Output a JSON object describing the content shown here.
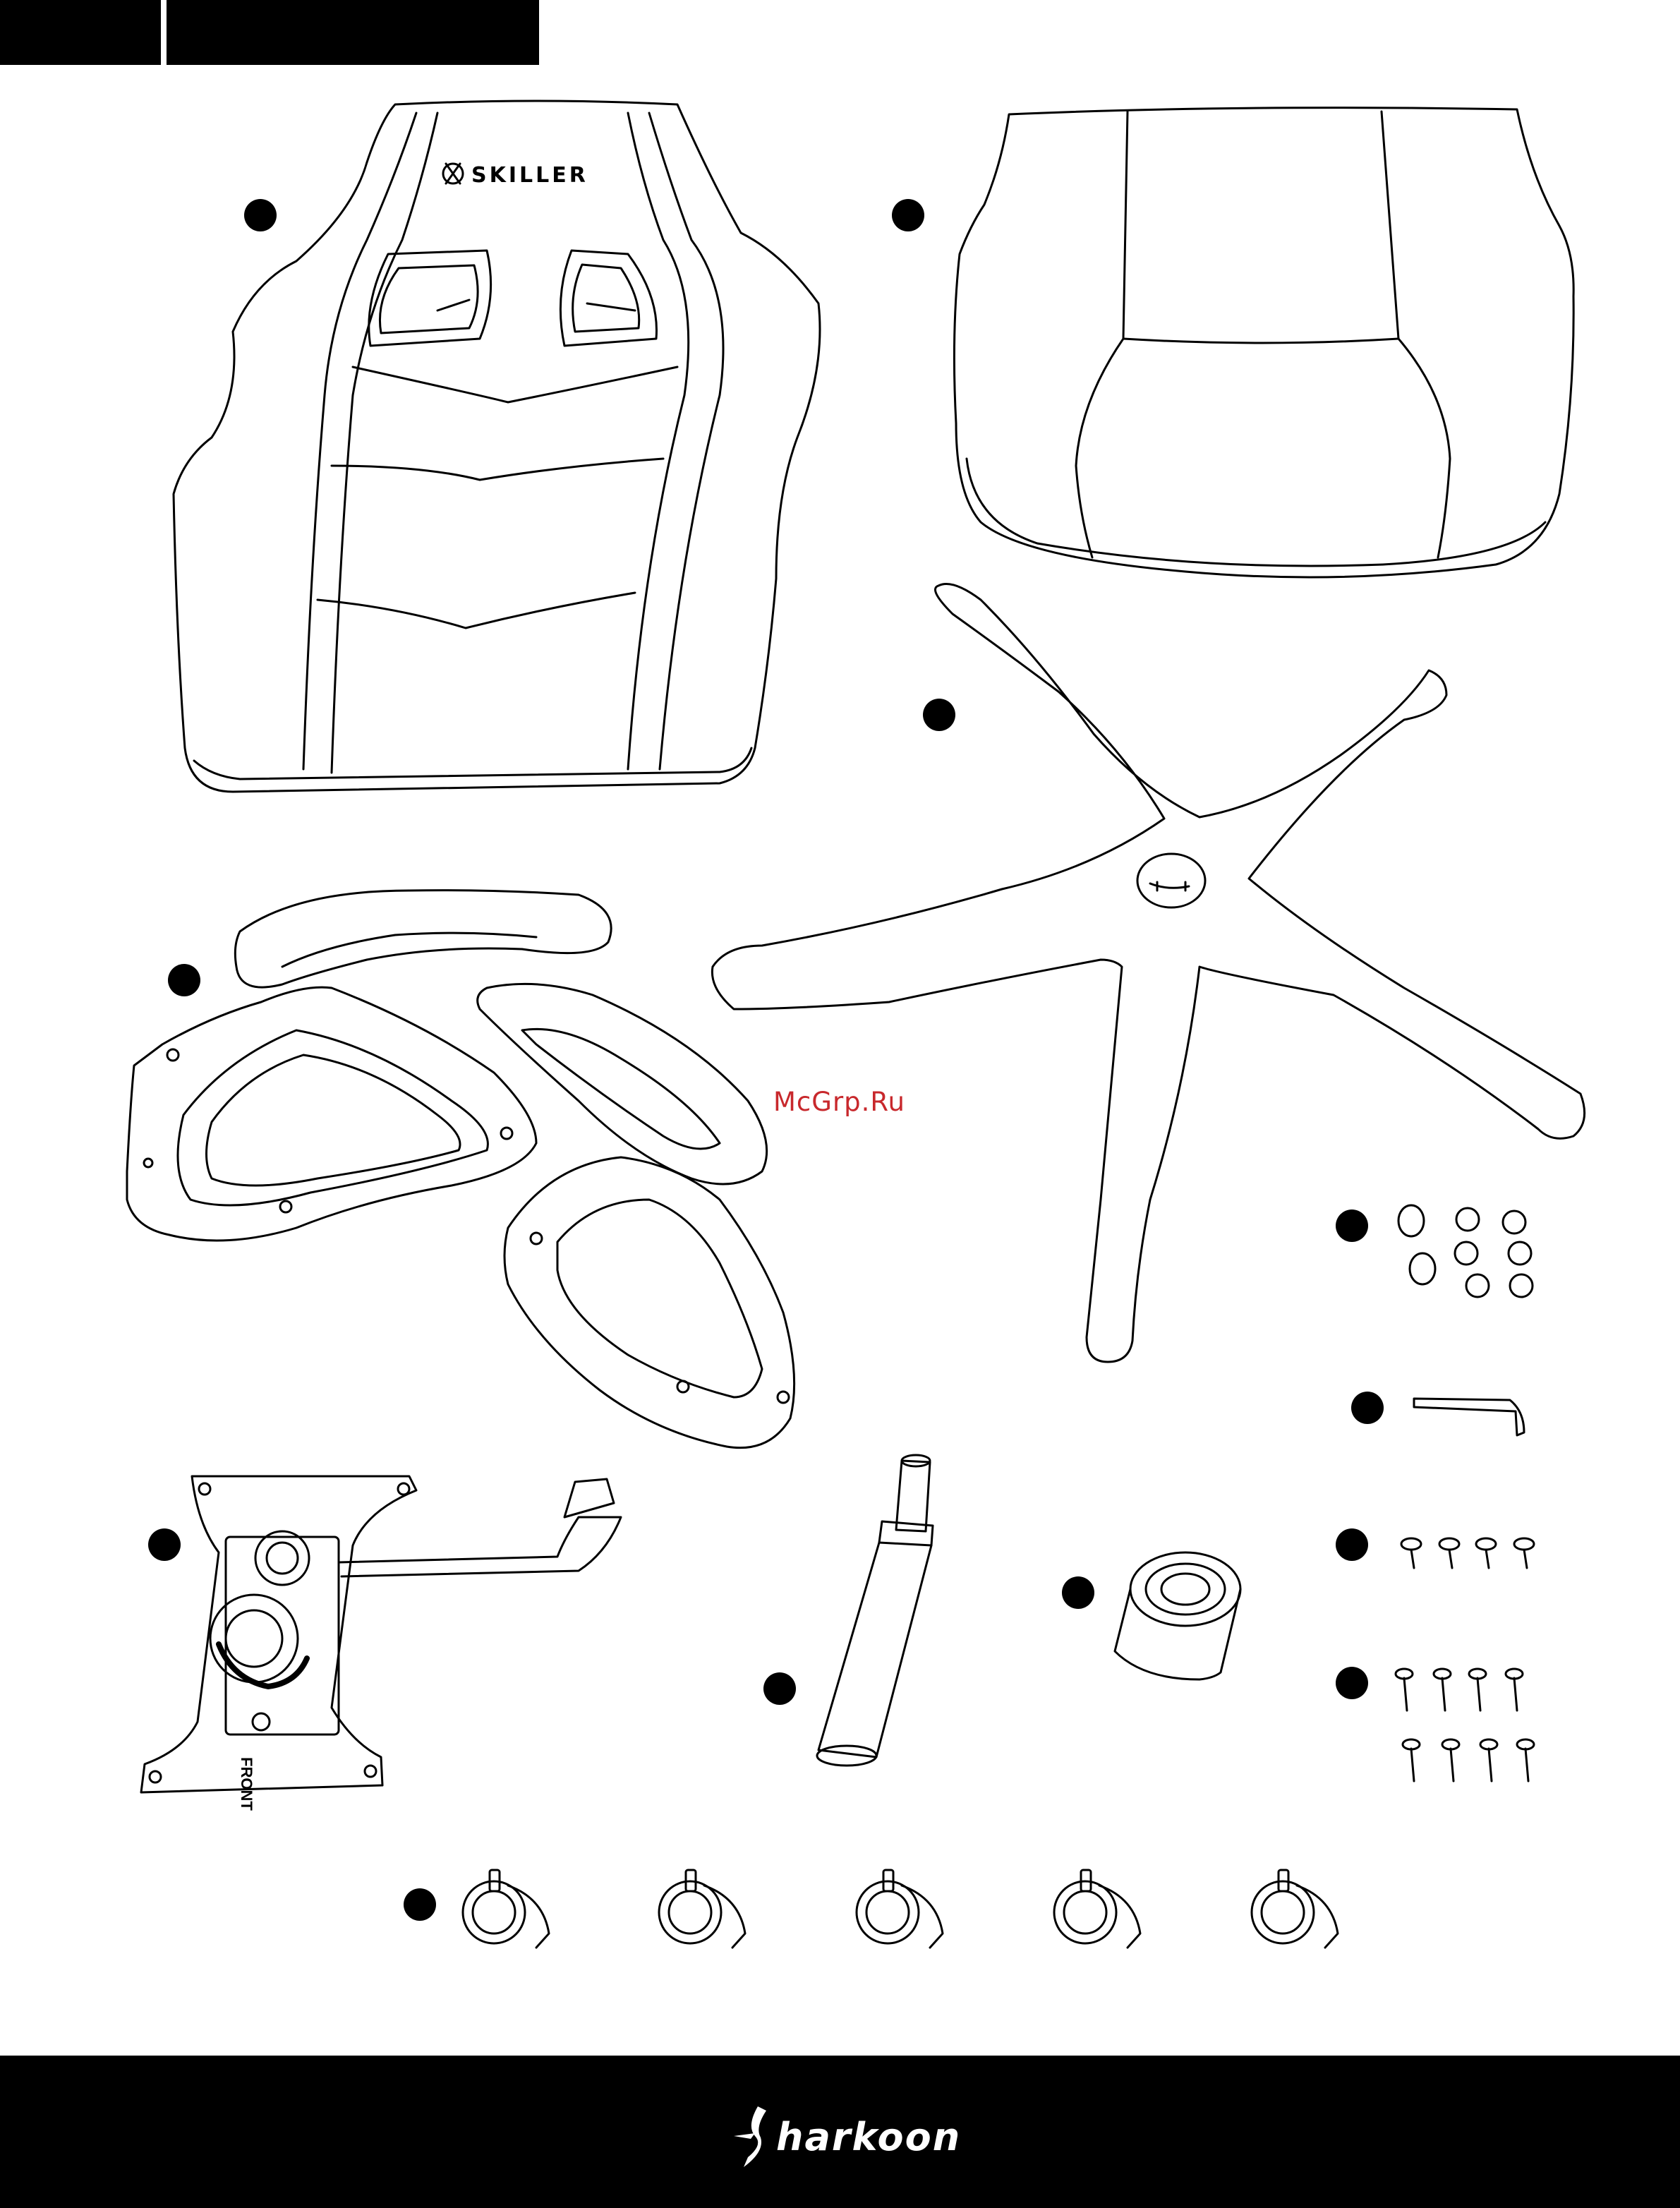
{
  "header": {
    "tabs": [
      "",
      ""
    ]
  },
  "parts": [
    {
      "id": "backrest"
    },
    {
      "id": "seat"
    },
    {
      "id": "armrests"
    },
    {
      "id": "star-base"
    },
    {
      "id": "tilt-mechanism"
    },
    {
      "id": "gas-lift"
    },
    {
      "id": "gas-lift-cover"
    },
    {
      "id": "caps"
    },
    {
      "id": "hex-key"
    },
    {
      "id": "short-screws"
    },
    {
      "id": "long-screws"
    },
    {
      "id": "casters"
    }
  ],
  "backrest": {
    "logo_text": "SKILLER"
  },
  "mechanism": {
    "stamp_text": "FRONT"
  },
  "watermark": "McGrp.Ru",
  "footer": {
    "brand": "harkoon",
    "brand_icon": "sharkoon-s-fin-icon"
  },
  "colors": {
    "ink": "#000000",
    "paper": "#ffffff",
    "watermark": "#c8282c"
  }
}
